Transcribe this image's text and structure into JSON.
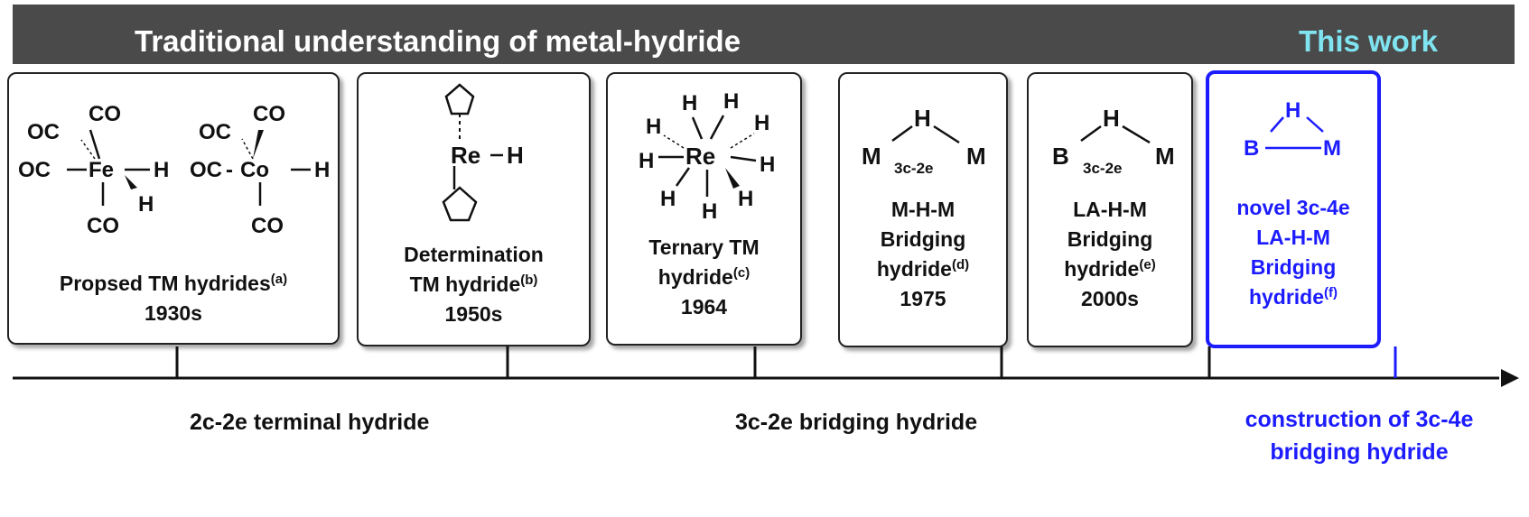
{
  "banner": {
    "title": "Traditional understanding of metal-hydride",
    "this_work": "This work"
  },
  "cards": [
    {
      "lines": [
        "Propsed TM hydrides"
      ],
      "ref": "(a)",
      "year": "1930s"
    },
    {
      "lines": [
        "Determination",
        "TM hydride"
      ],
      "ref": "(b)",
      "year": "1950s"
    },
    {
      "lines": [
        "Ternary TM",
        "hydride"
      ],
      "ref": "(c)",
      "year": "1964"
    },
    {
      "lines": [
        "M-H-M",
        "Bridging",
        "hydride"
      ],
      "ref": "(d)",
      "year": "1975"
    },
    {
      "lines": [
        "LA-H-M",
        "Bridging",
        "hydride"
      ],
      "ref": "(e)",
      "year": "2000s"
    },
    {
      "lines": [
        "novel 3c-4e",
        "LA-H-M",
        "Bridging",
        "hydride"
      ],
      "ref": "(f)",
      "year": ""
    }
  ],
  "structures": {
    "fe": {
      "oc1": "OC",
      "co_top": "CO",
      "oc2": "OC",
      "metal": "Fe",
      "h1": "H",
      "h2": "H",
      "co_bottom": "CO"
    },
    "co": {
      "oc1": "OC",
      "co_top": "CO",
      "oc2": "OC",
      "dash": "-",
      "metal": "Co",
      "h": "H",
      "co_bottom": "CO"
    },
    "re_cp": {
      "metal": "Re",
      "h": "H"
    },
    "re_h9": {
      "metal": "Re",
      "h": "H"
    },
    "mhm": {
      "m1": "M",
      "h": "H",
      "m2": "M",
      "label": "3c-2e"
    },
    "bhm": {
      "b": "B",
      "h": "H",
      "m": "M",
      "label": "3c-2e"
    },
    "bhm_new": {
      "b": "B",
      "h": "H",
      "m": "M"
    }
  },
  "timeline": {
    "label_terminal": "2c-2e terminal hydride",
    "label_bridging": "3c-2e  bridging hydride",
    "label_construction_line1": "construction of 3c-4e",
    "label_construction_line2": "bridging hydride"
  },
  "colors": {
    "banner_bg": "#4a4a4a",
    "this_work": "#7fe3f0",
    "accent_blue": "#1c1cff",
    "ink": "#111111"
  }
}
